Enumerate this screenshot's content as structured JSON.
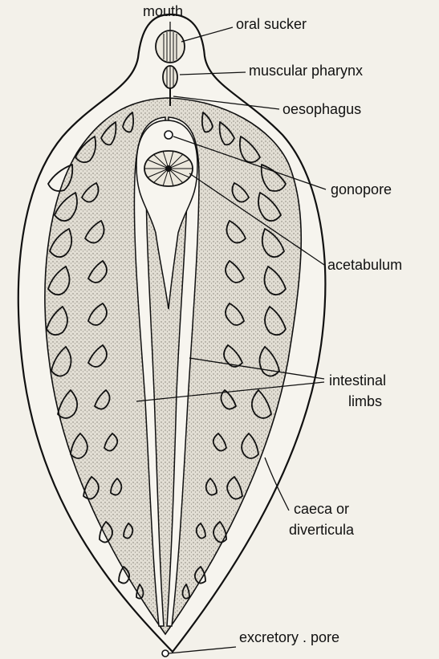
{
  "labels": {
    "mouth": "mouth",
    "oral_sucker": "oral sucker",
    "muscular_pharynx": "muscular pharynx",
    "oesophagus": "oesophagus",
    "gonopore": "gonopore",
    "acetabulum": "acetabulum",
    "intestinal_limbs_line1": "intestinal",
    "intestinal_limbs_line2": "limbs",
    "caeca_line1": "caeca or",
    "caeca_line2": "diverticula",
    "excretory_pore": "excretory . pore"
  },
  "colors": {
    "ink": "#111111",
    "paper": "#f3f1ea",
    "stipple": "#8a867c"
  }
}
